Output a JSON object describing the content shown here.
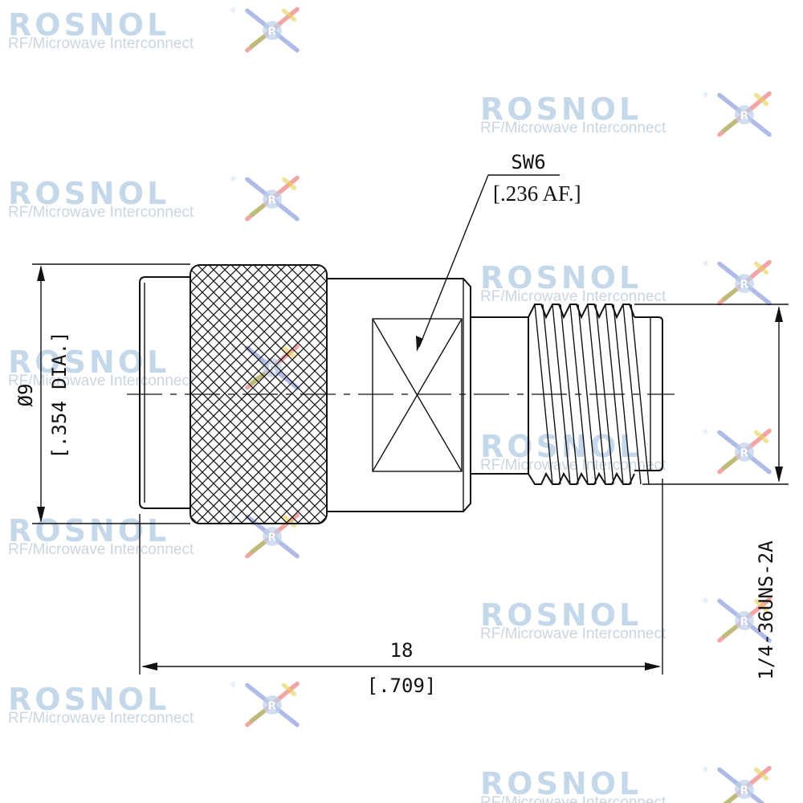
{
  "watermark": {
    "brand": "ROSNOL",
    "registered": "®",
    "tagline": "RF/Microwave Interconnect",
    "logo_icon": "rosnol-logo-icon",
    "colors": {
      "text": "#c5d8ea",
      "logo_red": "#e86a6a",
      "logo_blue": "#7b8fd6",
      "logo_green": "#9acb5a",
      "logo_yellow": "#e8cf5a"
    }
  },
  "dimensions": {
    "hex": {
      "metric": "SW6",
      "imperial": "[.236 AF.]"
    },
    "diameter": {
      "metric": "Ø9",
      "imperial": "[.354 DIA.]"
    },
    "length": {
      "metric": "18",
      "imperial": "[.709]"
    },
    "thread": "1/4-36UNS-2A"
  }
}
